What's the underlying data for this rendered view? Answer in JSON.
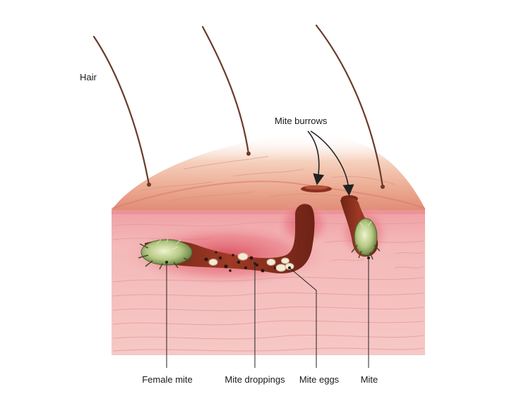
{
  "labels": {
    "hair": "Hair",
    "mite_burrows": "Mite burrows",
    "female_mite": "Female mite",
    "mite_droppings": "Mite droppings",
    "mite_eggs": "Mite eggs",
    "mite": "Mite"
  },
  "colors": {
    "skin_surface": "#e9a48c",
    "dermis": "#f2b3b3",
    "inflamed": "#e0535e",
    "burrow": "#8a2f1f",
    "mite_body": "#b9c98a",
    "hair": "#6b3a2a",
    "egg": "#f4ead8",
    "dropping": "#2a1410"
  },
  "icons": {
    "female_mite": "mite-illustration",
    "mite": "mite-illustration",
    "eggs": "egg-cluster",
    "droppings": "dropping-dots"
  }
}
